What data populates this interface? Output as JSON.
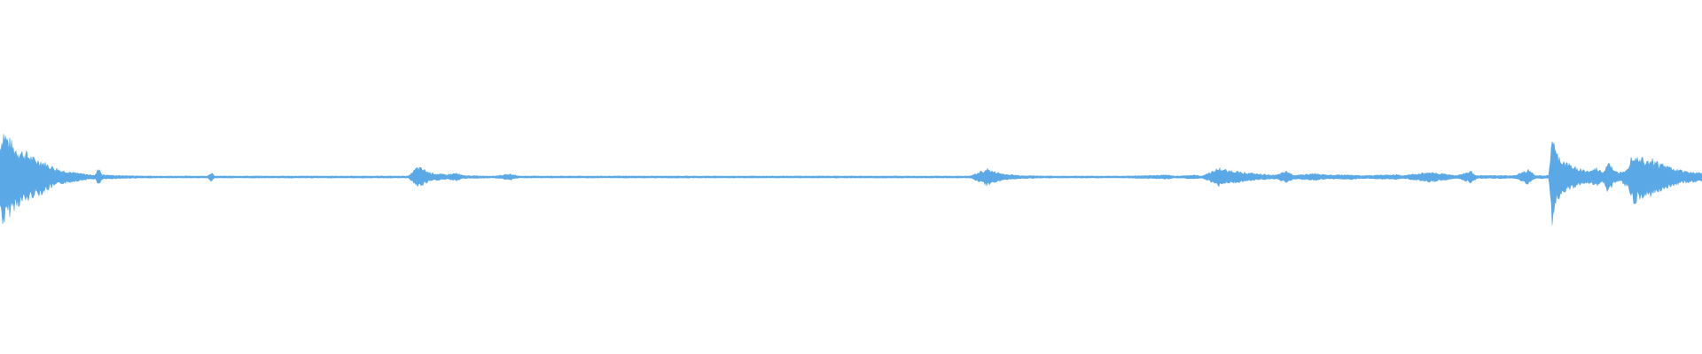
{
  "waveform": {
    "color": "#5aa9e6",
    "background": "#ffffff",
    "peaks": [
      [
        0.0,
        0.7
      ],
      [
        0.002,
        1.0
      ],
      [
        0.004,
        0.85
      ],
      [
        0.008,
        0.65
      ],
      [
        0.012,
        0.55
      ],
      [
        0.016,
        0.5
      ],
      [
        0.02,
        0.38
      ],
      [
        0.024,
        0.35
      ],
      [
        0.028,
        0.26
      ],
      [
        0.032,
        0.2
      ],
      [
        0.036,
        0.14
      ],
      [
        0.04,
        0.12
      ],
      [
        0.044,
        0.09
      ],
      [
        0.048,
        0.07
      ],
      [
        0.052,
        0.05
      ],
      [
        0.056,
        0.04
      ],
      [
        0.058,
        0.2
      ],
      [
        0.06,
        0.05
      ],
      [
        0.064,
        0.04
      ],
      [
        0.07,
        0.03
      ],
      [
        0.08,
        0.025
      ],
      [
        0.09,
        0.02
      ],
      [
        0.1,
        0.02
      ],
      [
        0.11,
        0.02
      ],
      [
        0.122,
        0.02
      ],
      [
        0.124,
        0.1
      ],
      [
        0.126,
        0.02
      ],
      [
        0.14,
        0.02
      ],
      [
        0.16,
        0.02
      ],
      [
        0.18,
        0.02
      ],
      [
        0.2,
        0.02
      ],
      [
        0.22,
        0.02
      ],
      [
        0.24,
        0.02
      ],
      [
        0.245,
        0.2
      ],
      [
        0.248,
        0.18
      ],
      [
        0.252,
        0.1
      ],
      [
        0.256,
        0.07
      ],
      [
        0.262,
        0.05
      ],
      [
        0.268,
        0.08
      ],
      [
        0.272,
        0.03
      ],
      [
        0.29,
        0.02
      ],
      [
        0.3,
        0.06
      ],
      [
        0.305,
        0.02
      ],
      [
        0.34,
        0.02
      ],
      [
        0.38,
        0.02
      ],
      [
        0.42,
        0.02
      ],
      [
        0.46,
        0.02
      ],
      [
        0.5,
        0.02
      ],
      [
        0.54,
        0.02
      ],
      [
        0.57,
        0.02
      ],
      [
        0.58,
        0.17
      ],
      [
        0.583,
        0.12
      ],
      [
        0.59,
        0.06
      ],
      [
        0.6,
        0.03
      ],
      [
        0.62,
        0.02
      ],
      [
        0.66,
        0.02
      ],
      [
        0.686,
        0.04
      ],
      [
        0.69,
        0.02
      ],
      [
        0.702,
        0.04
      ],
      [
        0.706,
        0.02
      ],
      [
        0.716,
        0.18
      ],
      [
        0.72,
        0.15
      ],
      [
        0.73,
        0.1
      ],
      [
        0.74,
        0.06
      ],
      [
        0.75,
        0.04
      ],
      [
        0.756,
        0.12
      ],
      [
        0.76,
        0.04
      ],
      [
        0.772,
        0.07
      ],
      [
        0.78,
        0.04
      ],
      [
        0.794,
        0.05
      ],
      [
        0.8,
        0.03
      ],
      [
        0.82,
        0.05
      ],
      [
        0.824,
        0.03
      ],
      [
        0.84,
        0.1
      ],
      [
        0.85,
        0.06
      ],
      [
        0.856,
        0.03
      ],
      [
        0.864,
        0.12
      ],
      [
        0.868,
        0.03
      ],
      [
        0.89,
        0.03
      ],
      [
        0.898,
        0.15
      ],
      [
        0.902,
        0.03
      ],
      [
        0.91,
        0.03
      ],
      [
        0.912,
        0.95
      ],
      [
        0.914,
        0.5
      ],
      [
        0.918,
        0.35
      ],
      [
        0.922,
        0.25
      ],
      [
        0.926,
        0.2
      ],
      [
        0.93,
        0.15
      ],
      [
        0.934,
        0.12
      ],
      [
        0.938,
        0.18
      ],
      [
        0.942,
        0.1
      ],
      [
        0.945,
        0.35
      ],
      [
        0.948,
        0.12
      ],
      [
        0.952,
        0.1
      ],
      [
        0.956,
        0.2
      ],
      [
        0.96,
        0.55
      ],
      [
        0.962,
        0.45
      ],
      [
        0.966,
        0.4
      ],
      [
        0.97,
        0.38
      ],
      [
        0.974,
        0.3
      ],
      [
        0.978,
        0.25
      ],
      [
        0.982,
        0.2
      ],
      [
        0.986,
        0.15
      ],
      [
        0.99,
        0.12
      ],
      [
        0.995,
        0.1
      ],
      [
        1.0,
        0.08
      ]
    ]
  }
}
